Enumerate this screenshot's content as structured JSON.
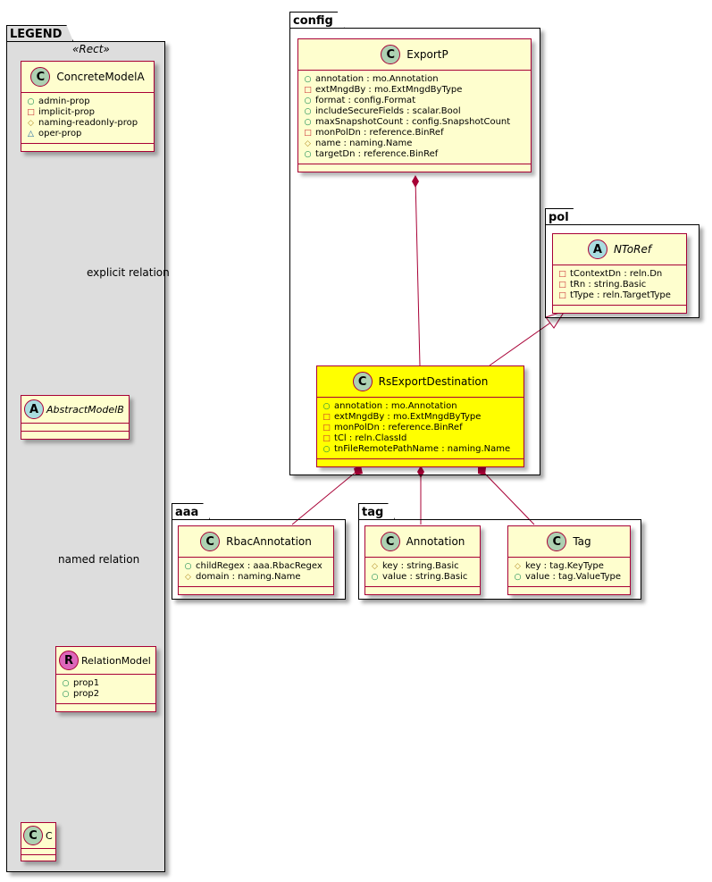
{
  "colors": {
    "class_fill": "#fefece",
    "highlight_fill": "#ffff00",
    "border": "#a80036",
    "legend_bg": "#dddddd",
    "line": "#a80036"
  },
  "legend": {
    "package_name": "LEGEND",
    "stereotype": "«Rect»",
    "concrete_model": {
      "name": "ConcreteModelA",
      "kind": "C",
      "attributes": [
        {
          "vis": "○",
          "vis_type": "public",
          "text": "admin-prop"
        },
        {
          "vis": "□",
          "vis_type": "private",
          "text": "implicit-prop"
        },
        {
          "vis": "◇",
          "vis_type": "protected",
          "text": "naming-readonly-prop"
        },
        {
          "vis": "△",
          "vis_type": "package",
          "text": "oper-prop"
        }
      ]
    },
    "abstract_model": {
      "name": "AbstractModelB",
      "kind": "A"
    },
    "relation_model": {
      "name": "RelationModel",
      "kind": "R",
      "attributes": [
        {
          "vis": "○",
          "vis_type": "public",
          "text": "prop1"
        },
        {
          "vis": "○",
          "vis_type": "public",
          "text": "prop2"
        }
      ]
    },
    "c_model": {
      "name": "C",
      "kind": "C"
    },
    "explicit_relation_label": "explicit relation",
    "named_relation_label": "named relation"
  },
  "packages": {
    "config": "config",
    "pol": "pol",
    "aaa": "aaa",
    "tag": "tag"
  },
  "classes": {
    "exportp": {
      "name": "ExportP",
      "kind": "C",
      "attributes": [
        {
          "vis": "○",
          "vis_type": "public",
          "text": "annotation : mo.Annotation"
        },
        {
          "vis": "□",
          "vis_type": "private",
          "text": "extMngdBy : mo.ExtMngdByType"
        },
        {
          "vis": "○",
          "vis_type": "public",
          "text": "format : config.Format"
        },
        {
          "vis": "○",
          "vis_type": "public",
          "text": "includeSecureFields : scalar.Bool"
        },
        {
          "vis": "○",
          "vis_type": "public",
          "text": "maxSnapshotCount : config.SnapshotCount"
        },
        {
          "vis": "□",
          "vis_type": "private",
          "text": "monPolDn : reference.BinRef"
        },
        {
          "vis": "◇",
          "vis_type": "protected",
          "text": "name : naming.Name"
        },
        {
          "vis": "○",
          "vis_type": "public",
          "text": "targetDn : reference.BinRef"
        }
      ]
    },
    "ntoref": {
      "name": "NToRef",
      "kind": "A",
      "attributes": [
        {
          "vis": "□",
          "vis_type": "private",
          "text": "tContextDn : reln.Dn"
        },
        {
          "vis": "□",
          "vis_type": "private",
          "text": "tRn : string.Basic"
        },
        {
          "vis": "□",
          "vis_type": "private",
          "text": "tType : reln.TargetType"
        }
      ]
    },
    "rsexportdestination": {
      "name": "RsExportDestination",
      "kind": "C",
      "attributes": [
        {
          "vis": "○",
          "vis_type": "public",
          "text": "annotation : mo.Annotation"
        },
        {
          "vis": "□",
          "vis_type": "private",
          "text": "extMngdBy : mo.ExtMngdByType"
        },
        {
          "vis": "□",
          "vis_type": "private",
          "text": "monPolDn : reference.BinRef"
        },
        {
          "vis": "□",
          "vis_type": "private",
          "text": "tCl : reln.ClassId"
        },
        {
          "vis": "○",
          "vis_type": "public",
          "text": "tnFileRemotePathName : naming.Name"
        }
      ]
    },
    "rbacannotation": {
      "name": "RbacAnnotation",
      "kind": "C",
      "attributes": [
        {
          "vis": "○",
          "vis_type": "public",
          "text": "childRegex : aaa.RbacRegex"
        },
        {
          "vis": "◇",
          "vis_type": "protected",
          "text": "domain : naming.Name"
        }
      ]
    },
    "annotation": {
      "name": "Annotation",
      "kind": "C",
      "attributes": [
        {
          "vis": "◇",
          "vis_type": "protected",
          "text": "key : string.Basic"
        },
        {
          "vis": "○",
          "vis_type": "public",
          "text": "value : string.Basic"
        }
      ]
    },
    "tag": {
      "name": "Tag",
      "kind": "C",
      "attributes": [
        {
          "vis": "◇",
          "vis_type": "protected",
          "text": "key : tag.KeyType"
        },
        {
          "vis": "○",
          "vis_type": "public",
          "text": "value : tag.ValueType"
        }
      ]
    }
  },
  "relations": [
    {
      "from": "ExportP",
      "to": "RsExportDestination",
      "type": "composition"
    },
    {
      "from": "NToRef",
      "to": "RsExportDestination",
      "type": "generalization"
    },
    {
      "from": "RsExportDestination",
      "to": "RbacAnnotation",
      "type": "composition"
    },
    {
      "from": "RsExportDestination",
      "to": "Annotation",
      "type": "composition"
    },
    {
      "from": "RsExportDestination",
      "to": "Tag",
      "type": "composition"
    },
    {
      "from": "ConcreteModelA",
      "to": "AbstractModelB",
      "type": "dependency",
      "label": "explicit relation"
    },
    {
      "from": "AbstractModelB",
      "to": "C",
      "type": "dependency",
      "label": "named relation",
      "association_class": "RelationModel"
    }
  ]
}
